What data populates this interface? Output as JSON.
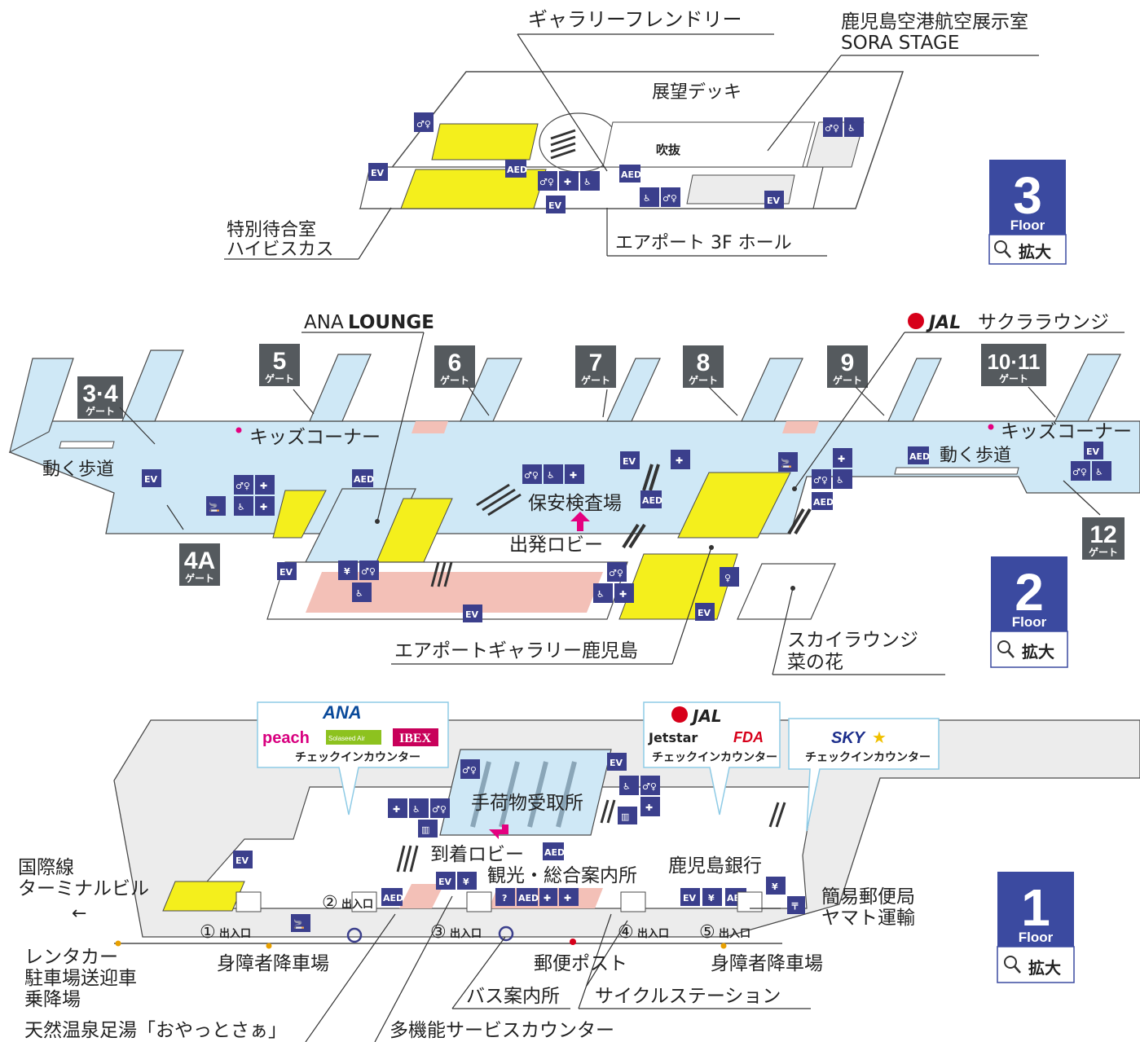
{
  "colors": {
    "floor_plate": "#ffffff",
    "wall": "#4a4a4a",
    "concourse": "#cfe8f6",
    "shop_yellow": "#f4ef1c",
    "shop_pink": "#f3c0b7",
    "icon_navy": "#3b3f8c",
    "gate_badge": "#555a5e",
    "accent_magenta": "#e4007f",
    "checkin_border": "#8ecbe6"
  },
  "floor3": {
    "badge_number": "3",
    "badge_word": "Floor",
    "zoom_label": "拡大",
    "labels": {
      "gallery_friendly": "ギャラリーフレンドリー",
      "sora_stage_line1": "鹿児島空港航空展示室",
      "sora_stage_line2": "SORA STAGE",
      "observation_deck": "展望デッキ",
      "atrium": "吹抜",
      "special_lounge_line1": "特別待合室",
      "special_lounge_line2": "ハイビスカス",
      "airport_hall": "エアポート 3F ホール"
    }
  },
  "floor2": {
    "badge_number": "2",
    "badge_word": "Floor",
    "zoom_label": "拡大",
    "labels": {
      "ana_lounge_1": "ANA",
      "ana_lounge_2": "LOUNGE",
      "jal_lounge_brand": "JAL",
      "jal_lounge_name": "サクララウンジ",
      "kids_corner_left": "キッズコーナー",
      "kids_corner_right": "キッズコーナー",
      "moving_walk_left": "動く歩道",
      "moving_walk_right": "動く歩道",
      "security": "保安検査場",
      "departure_lobby": "出発ロビー",
      "airport_gallery": "エアポートギャラリー鹿児島",
      "sky_lounge_line1": "スカイラウンジ",
      "sky_lounge_line2": "菜の花"
    },
    "gate_word": "ゲート",
    "gates": [
      "3·4",
      "4A",
      "5",
      "6",
      "7",
      "8",
      "9",
      "10·11",
      "12"
    ]
  },
  "floor1": {
    "badge_number": "1",
    "badge_word": "Floor",
    "zoom_label": "拡大",
    "checkin_ana": {
      "brands": [
        "ANA",
        "peach",
        "Solaseed Air",
        "IBEX"
      ],
      "caption": "チェックインカウンター"
    },
    "checkin_jal": {
      "brands": [
        "JAL",
        "Jetstar",
        "FDA"
      ],
      "caption": "チェックインカウンター"
    },
    "checkin_sky": {
      "brands": [
        "SKY"
      ],
      "caption": "チェックインカウンター"
    },
    "labels": {
      "baggage_claim": "手荷物受取所",
      "arrival_lobby": "到着ロビー",
      "tourist_info": "観光・総合案内所",
      "kagoshima_bank": "鹿児島銀行",
      "intl_terminal_line1": "国際線",
      "intl_terminal_line2": "ターミナルビル",
      "post_office_line1": "簡易郵便局",
      "post_office_line2": "ヤマト運輸",
      "rental_car_line1": "レンタカー",
      "rental_car_line2": "駐車場送迎車",
      "rental_car_line3": "乗降場",
      "disabled_parking_left": "身障者降車場",
      "disabled_parking_right": "身障者降車場",
      "mailbox": "郵便ポスト",
      "bus_info": "バス案内所",
      "cycle_station": "サイクルステーション",
      "footbath": "天然温泉足湯「おやっとさぁ」",
      "multi_service": "多機能サービスカウンター"
    },
    "entrances": [
      "①",
      "②",
      "③",
      "④",
      "⑤"
    ],
    "entrance_word": "出入口"
  },
  "icons": [
    "restroom-icon",
    "accessible-restroom-icon",
    "nursing-room-icon",
    "elevator-icon",
    "aed-icon",
    "smoking-icon",
    "atm-icon",
    "escalator-icon",
    "info-icon",
    "bus-stop-icon",
    "mailbox-icon",
    "post-office-icon",
    "first-aid-icon",
    "locker-icon"
  ],
  "icon_text": {
    "elevator": "EV",
    "aed": "AED",
    "info": "?",
    "atm": "¥",
    "post": "〒"
  }
}
